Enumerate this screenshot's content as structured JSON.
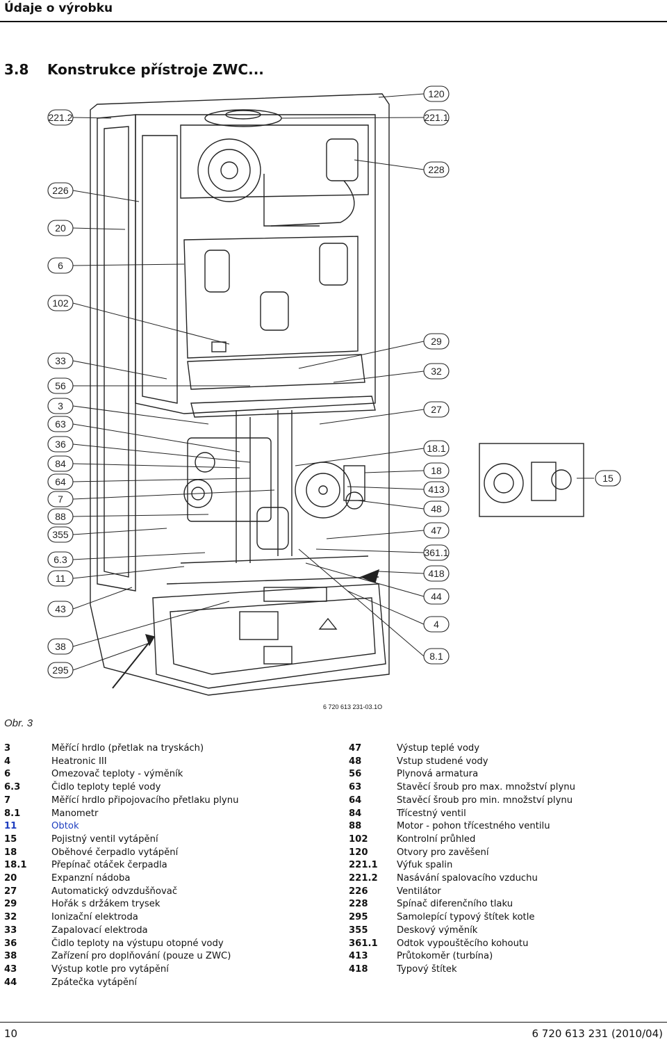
{
  "header": {
    "title": "Údaje o výrobku"
  },
  "section": {
    "number": "3.8",
    "title": "Konstrukce přístroje ZWC..."
  },
  "figure": {
    "id": "6 720 613 231-03.1O",
    "caption": "Obr. 3",
    "callouts_left": [
      "221.2",
      "226",
      "20",
      "6",
      "102",
      "33",
      "56",
      "3",
      "63",
      "36",
      "84",
      "64",
      "7",
      "88",
      "355",
      "6.3",
      "11",
      "43",
      "38",
      "295"
    ],
    "callouts_right": [
      "120",
      "221.1",
      "228",
      "29",
      "32",
      "27",
      "18.1",
      "18",
      "413",
      "48",
      "47",
      "361.1",
      "418",
      "44",
      "4",
      "8.1",
      "15"
    ]
  },
  "legend": {
    "left": [
      {
        "num": "3",
        "text": "Měřící hrdlo (přetlak na tryskách)"
      },
      {
        "num": "4",
        "text": "Heatronic III"
      },
      {
        "num": "6",
        "text": "Omezovač teploty - výměník"
      },
      {
        "num": "6.3",
        "text": "Čidlo teploty teplé vody"
      },
      {
        "num": "7",
        "text": "Měřící hrdlo připojovacího přetlaku plynu"
      },
      {
        "num": "8.1",
        "text": "Manometr"
      },
      {
        "num": "11",
        "text": "Obtok"
      },
      {
        "num": "15",
        "text": "Pojistný ventil vytápění"
      },
      {
        "num": "18",
        "text": "Oběhové čerpadlo vytápění"
      },
      {
        "num": "18.1",
        "text": "Přepínač otáček čerpadla"
      },
      {
        "num": "20",
        "text": "Expanzní nádoba"
      },
      {
        "num": "27",
        "text": "Automatický odvzdušňovač"
      },
      {
        "num": "29",
        "text": "Hořák s držákem trysek"
      },
      {
        "num": "32",
        "text": "Ionizační elektroda"
      },
      {
        "num": "33",
        "text": "Zapalovací elektroda"
      },
      {
        "num": "36",
        "text": "Čidlo teploty na výstupu otopné vody"
      },
      {
        "num": "38",
        "text": "Zařízení pro doplňování (pouze u ZWC)"
      },
      {
        "num": "43",
        "text": "Výstup kotle pro vytápění"
      },
      {
        "num": "44",
        "text": "Zpátečka vytápění"
      }
    ],
    "right": [
      {
        "num": "47",
        "text": "Výstup teplé vody"
      },
      {
        "num": "48",
        "text": "Vstup studené vody"
      },
      {
        "num": "56",
        "text": "Plynová armatura"
      },
      {
        "num": "63",
        "text": "Stavěcí šroub pro max. množství plynu"
      },
      {
        "num": "64",
        "text": "Stavěcí šroub pro min. množství plynu"
      },
      {
        "num": "84",
        "text": "Třícestný ventil"
      },
      {
        "num": "88",
        "text": "Motor - pohon třícestného ventilu"
      },
      {
        "num": "102",
        "text": "Kontrolní průhled"
      },
      {
        "num": "120",
        "text": "Otvory pro zavěšení"
      },
      {
        "num": "221.1",
        "text": "Výfuk spalin"
      },
      {
        "num": "221.2",
        "text": "Nasávání spalovacího vzduchu"
      },
      {
        "num": "226",
        "text": "Ventilátor"
      },
      {
        "num": "228",
        "text": "Spínač diferenčního tlaku"
      },
      {
        "num": "295",
        "text": "Samolepící typový štítek kotle"
      },
      {
        "num": "355",
        "text": "Deskový výměník"
      },
      {
        "num": "361.1",
        "text": "Odtok vypouštěcího kohoutu"
      },
      {
        "num": "413",
        "text": "Průtokoměr (turbína)"
      },
      {
        "num": "418",
        "text": "Typový štítek"
      }
    ]
  },
  "footer": {
    "page": "10",
    "doc": "6 720 613 231 (2010/04)"
  },
  "colors": {
    "highlight": "#1d3dbf",
    "line": "#222222"
  }
}
